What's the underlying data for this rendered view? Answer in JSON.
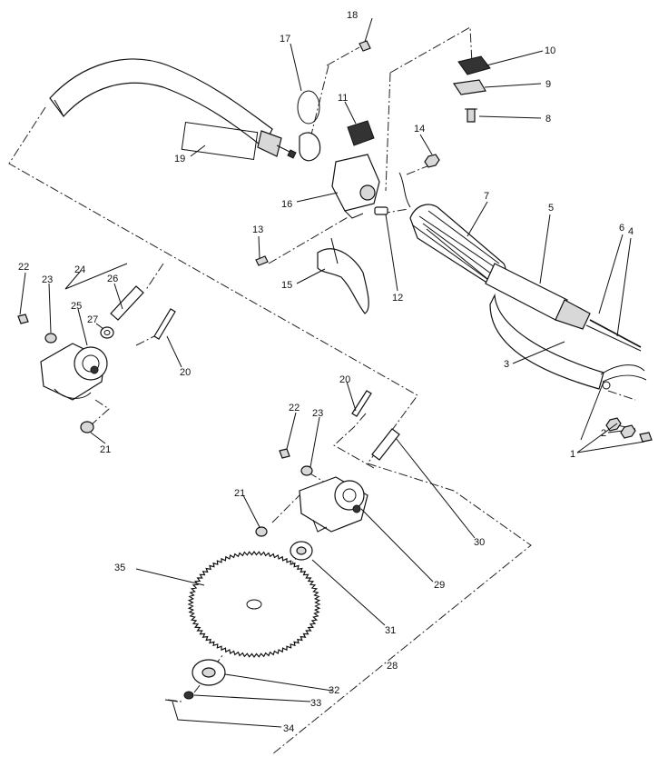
{
  "callouts": [
    {
      "id": "c1",
      "label": "1"
    },
    {
      "id": "c2",
      "label": "2"
    },
    {
      "id": "c3",
      "label": "3"
    },
    {
      "id": "c4",
      "label": "4"
    },
    {
      "id": "c5",
      "label": "5"
    },
    {
      "id": "c6",
      "label": "6"
    },
    {
      "id": "c7",
      "label": "7"
    },
    {
      "id": "c8",
      "label": "8"
    },
    {
      "id": "c9",
      "label": "9"
    },
    {
      "id": "c10",
      "label": "10"
    },
    {
      "id": "c11",
      "label": "11"
    },
    {
      "id": "c12",
      "label": "12"
    },
    {
      "id": "c13",
      "label": "13"
    },
    {
      "id": "c14",
      "label": "14"
    },
    {
      "id": "c15",
      "label": "15"
    },
    {
      "id": "c16",
      "label": "16"
    },
    {
      "id": "c17",
      "label": "17"
    },
    {
      "id": "c18",
      "label": "18"
    },
    {
      "id": "c19",
      "label": "19"
    },
    {
      "id": "c20a",
      "label": "20"
    },
    {
      "id": "c20b",
      "label": "20"
    },
    {
      "id": "c21a",
      "label": "21"
    },
    {
      "id": "c21b",
      "label": "21"
    },
    {
      "id": "c22a",
      "label": "22"
    },
    {
      "id": "c22b",
      "label": "22"
    },
    {
      "id": "c23a",
      "label": "23"
    },
    {
      "id": "c23b",
      "label": "23"
    },
    {
      "id": "c24",
      "label": "24"
    },
    {
      "id": "c25",
      "label": "25"
    },
    {
      "id": "c26",
      "label": "26"
    },
    {
      "id": "c27",
      "label": "27"
    },
    {
      "id": "c28",
      "label": "28"
    },
    {
      "id": "c29",
      "label": "29"
    },
    {
      "id": "c30",
      "label": "30"
    },
    {
      "id": "c31",
      "label": "31"
    },
    {
      "id": "c32",
      "label": "32"
    },
    {
      "id": "c33",
      "label": "33"
    },
    {
      "id": "c34",
      "label": "34"
    },
    {
      "id": "c35",
      "label": "35"
    }
  ]
}
